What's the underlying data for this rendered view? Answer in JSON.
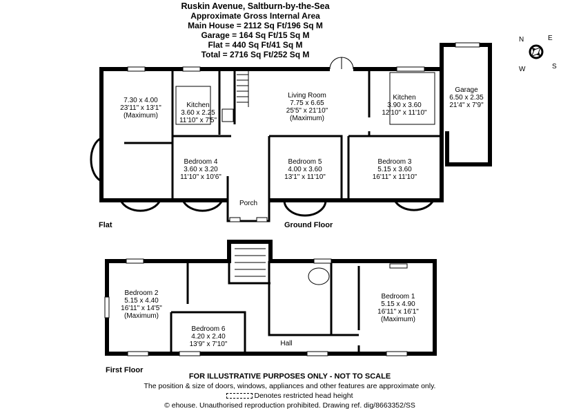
{
  "header": {
    "title": "Ruskin Avenue, Saltburn-by-the-Sea",
    "subtitle": "Approximate Gross Internal Area",
    "main_house": "Main House = 2112 Sq Ft/196 Sq M",
    "garage": "Garage = 164 Sq Ft/15 Sq M",
    "flat": "Flat = 440 Sq Ft/41 Sq M",
    "total": "Total = 2716 Sq Ft/252 Sq M"
  },
  "compass": {
    "n": "N",
    "e": "E",
    "s": "S",
    "w": "W"
  },
  "floors": {
    "flat": "Flat",
    "ground": "Ground Floor",
    "first": "First Floor"
  },
  "rooms": {
    "flat_living": {
      "metric": "7.30 x 4.00",
      "imperial": "23'11\" x 13'1\"",
      "note": "(Maximum)"
    },
    "flat_kitchen": {
      "name": "Kitchen",
      "metric": "3.60 x 2.25",
      "imperial": "11'10\" x 7'5\""
    },
    "living_room": {
      "name": "Living Room",
      "metric": "7.75 x 6.65",
      "imperial": "25'5\" x 21'10\"",
      "note": "(Maximum)"
    },
    "kitchen": {
      "name": "Kitchen",
      "metric": "3.90 x 3.60",
      "imperial": "12'10\" x 11'10\""
    },
    "garage": {
      "name": "Garage",
      "metric": "6.50 x 2.35",
      "imperial": "21'4\" x 7'9\""
    },
    "bedroom4": {
      "name": "Bedroom 4",
      "metric": "3.60 x 3.20",
      "imperial": "11'10\" x 10'6\""
    },
    "bedroom5": {
      "name": "Bedroom 5",
      "metric": "4.00 x 3.60",
      "imperial": "13'1\" x 11'10\""
    },
    "bedroom3": {
      "name": "Bedroom 3",
      "metric": "5.15 x 3.60",
      "imperial": "16'11\" x 11'10\""
    },
    "porch": {
      "name": "Porch"
    },
    "bedroom2": {
      "name": "Bedroom 2",
      "metric": "5.15 x 4.40",
      "imperial": "16'11\" x 14'5\"",
      "note": "(Maximum)"
    },
    "bedroom6": {
      "name": "Bedroom 6",
      "metric": "4.20 x 2.40",
      "imperial": "13'9\" x 7'10\""
    },
    "bedroom1": {
      "name": "Bedroom 1",
      "metric": "5.15 x 4.90",
      "imperial": "16'11\" x 16'1\"",
      "note": "(Maximum)"
    },
    "hall": {
      "name": "Hall"
    }
  },
  "footer": {
    "disclaimer": "FOR ILLUSTRATIVE PURPOSES ONLY - NOT TO SCALE",
    "note": "The position & size of doors, windows, appliances and other features are approximate only.",
    "legend": "Denotes restricted head height",
    "copyright": "© ehouse. Unauthorised reproduction prohibited. Drawing ref. dig/8663352/SS"
  }
}
